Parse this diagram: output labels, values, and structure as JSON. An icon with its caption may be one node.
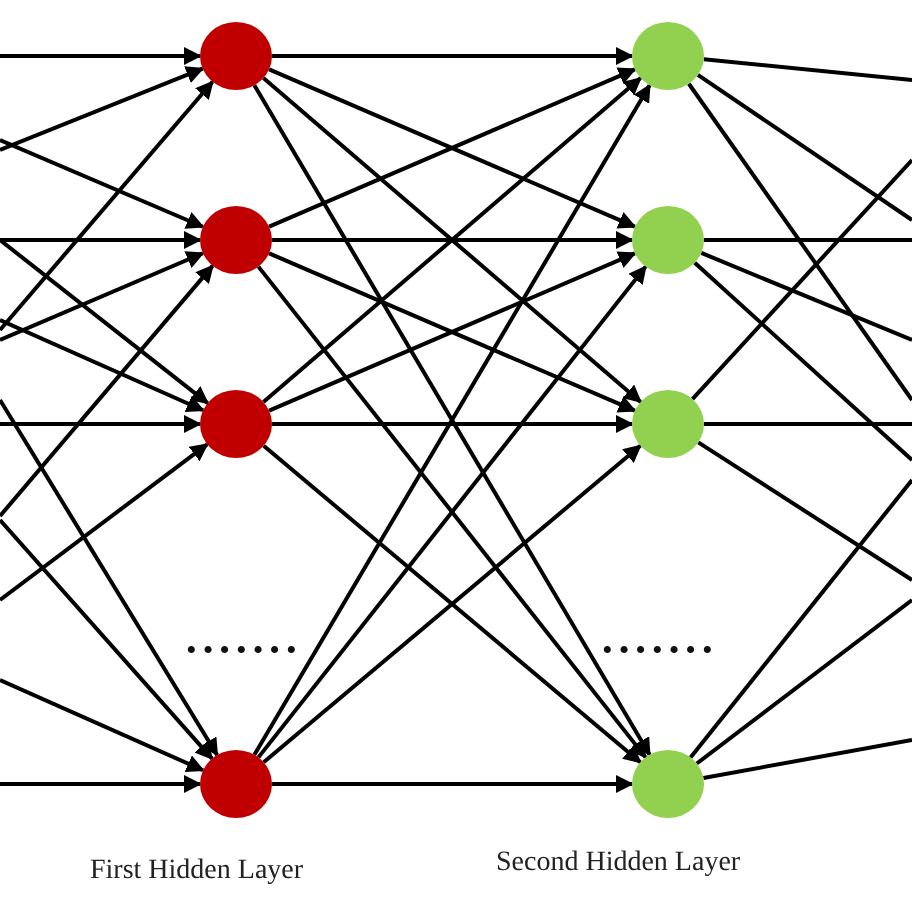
{
  "diagram": {
    "nodes": [
      {
        "text": [],
        "shape": "circle"
      },
      {
        "text": [],
        "shape": "circle"
      },
      {
        "text": [],
        "shape": "circle"
      },
      {
        "text": [],
        "shape": "circle"
      },
      {
        "text": [],
        "shape": "circle"
      },
      {
        "text": [],
        "shape": "circle"
      },
      {
        "text": [],
        "shape": "circle"
      },
      {
        "text": [],
        "shape": "circle"
      }
    ],
    "edges": [
      {
        "from": null,
        "to": 0,
        "arrow": "to"
      },
      {
        "from": null,
        "to": 0,
        "arrow": "to"
      },
      {
        "from": null,
        "to": 0,
        "arrow": "to"
      },
      {
        "from": null,
        "to": 1,
        "arrow": "to"
      },
      {
        "from": null,
        "to": 1,
        "arrow": "to"
      },
      {
        "from": null,
        "to": 1,
        "arrow": "to"
      },
      {
        "from": null,
        "to": 1,
        "arrow": "to"
      },
      {
        "from": null,
        "to": 2,
        "arrow": "to"
      },
      {
        "from": null,
        "to": 2,
        "arrow": "to"
      },
      {
        "from": null,
        "to": 2,
        "arrow": "to"
      },
      {
        "from": null,
        "to": 2,
        "arrow": "to"
      },
      {
        "from": null,
        "to": 3,
        "arrow": "to"
      },
      {
        "from": null,
        "to": 3,
        "arrow": "to"
      },
      {
        "from": null,
        "to": 3,
        "arrow": "to"
      },
      {
        "from": null,
        "to": 3,
        "arrow": "to"
      },
      {
        "from": 0,
        "to": 4,
        "arrow": "to"
      },
      {
        "from": 0,
        "to": 5,
        "arrow": "to"
      },
      {
        "from": 0,
        "to": 6,
        "arrow": "to"
      },
      {
        "from": 0,
        "to": 7,
        "arrow": "to"
      },
      {
        "from": 1,
        "to": 4,
        "arrow": "to"
      },
      {
        "from": 1,
        "to": 5,
        "arrow": "to"
      },
      {
        "from": 1,
        "to": 6,
        "arrow": "to"
      },
      {
        "from": 1,
        "to": 7,
        "arrow": "to"
      },
      {
        "from": 2,
        "to": 4,
        "arrow": "to"
      },
      {
        "from": 2,
        "to": 5,
        "arrow": "to"
      },
      {
        "from": 2,
        "to": 6,
        "arrow": "to"
      },
      {
        "from": 2,
        "to": 7,
        "arrow": "to"
      },
      {
        "from": 3,
        "to": 4,
        "arrow": "to"
      },
      {
        "from": 3,
        "to": 5,
        "arrow": "to"
      },
      {
        "from": 3,
        "to": 6,
        "arrow": "to"
      },
      {
        "from": 3,
        "to": 7,
        "arrow": "to"
      },
      {
        "from": 4,
        "to": null,
        "arrow": "none"
      },
      {
        "from": 4,
        "to": null,
        "arrow": "none"
      },
      {
        "from": 4,
        "to": null,
        "arrow": "none"
      },
      {
        "from": 5,
        "to": null,
        "arrow": "none"
      },
      {
        "from": 5,
        "to": null,
        "arrow": "none"
      },
      {
        "from": 5,
        "to": null,
        "arrow": "none"
      },
      {
        "from": 6,
        "to": null,
        "arrow": "none"
      },
      {
        "from": 6,
        "to": null,
        "arrow": "none"
      },
      {
        "from": 6,
        "to": null,
        "arrow": "none"
      },
      {
        "from": 7,
        "to": null,
        "arrow": "none"
      },
      {
        "from": 7,
        "to": null,
        "arrow": "none"
      },
      {
        "from": 7,
        "to": null,
        "arrow": "none"
      }
    ],
    "labels": [
      "·······",
      "·······",
      "First Hidden Layer",
      "Second Hidden Layer"
    ]
  }
}
